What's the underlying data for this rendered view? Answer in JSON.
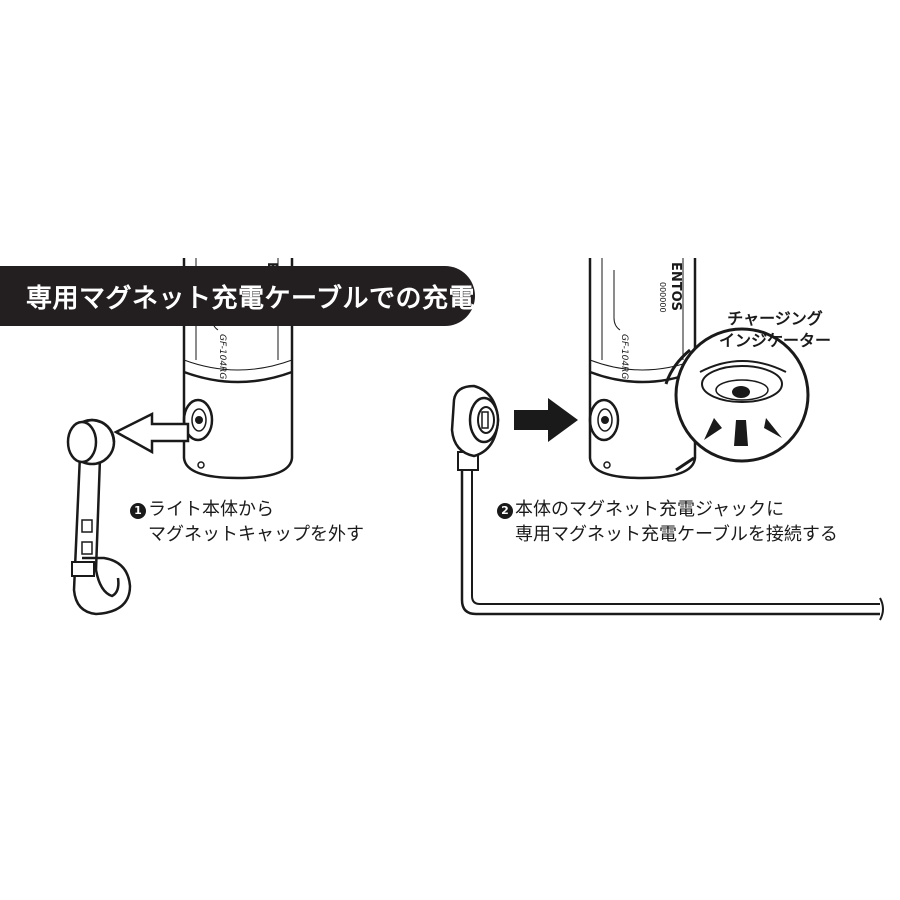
{
  "banner": {
    "title": "専用マグネット充電ケーブルでの充電"
  },
  "steps": [
    {
      "number": "1",
      "line1": "ライト本体から",
      "line2": "マグネットキャップを外す"
    },
    {
      "number": "2",
      "line1": "本体のマグネット充電ジャックに",
      "line2": "専用マグネット充電ケーブルを接続する"
    }
  ],
  "indicator": {
    "line1": "チャージング",
    "line2": "インジケーター"
  },
  "device": {
    "brand": "ENTOS",
    "model": "GF-104RG",
    "serial": "000000"
  }
}
